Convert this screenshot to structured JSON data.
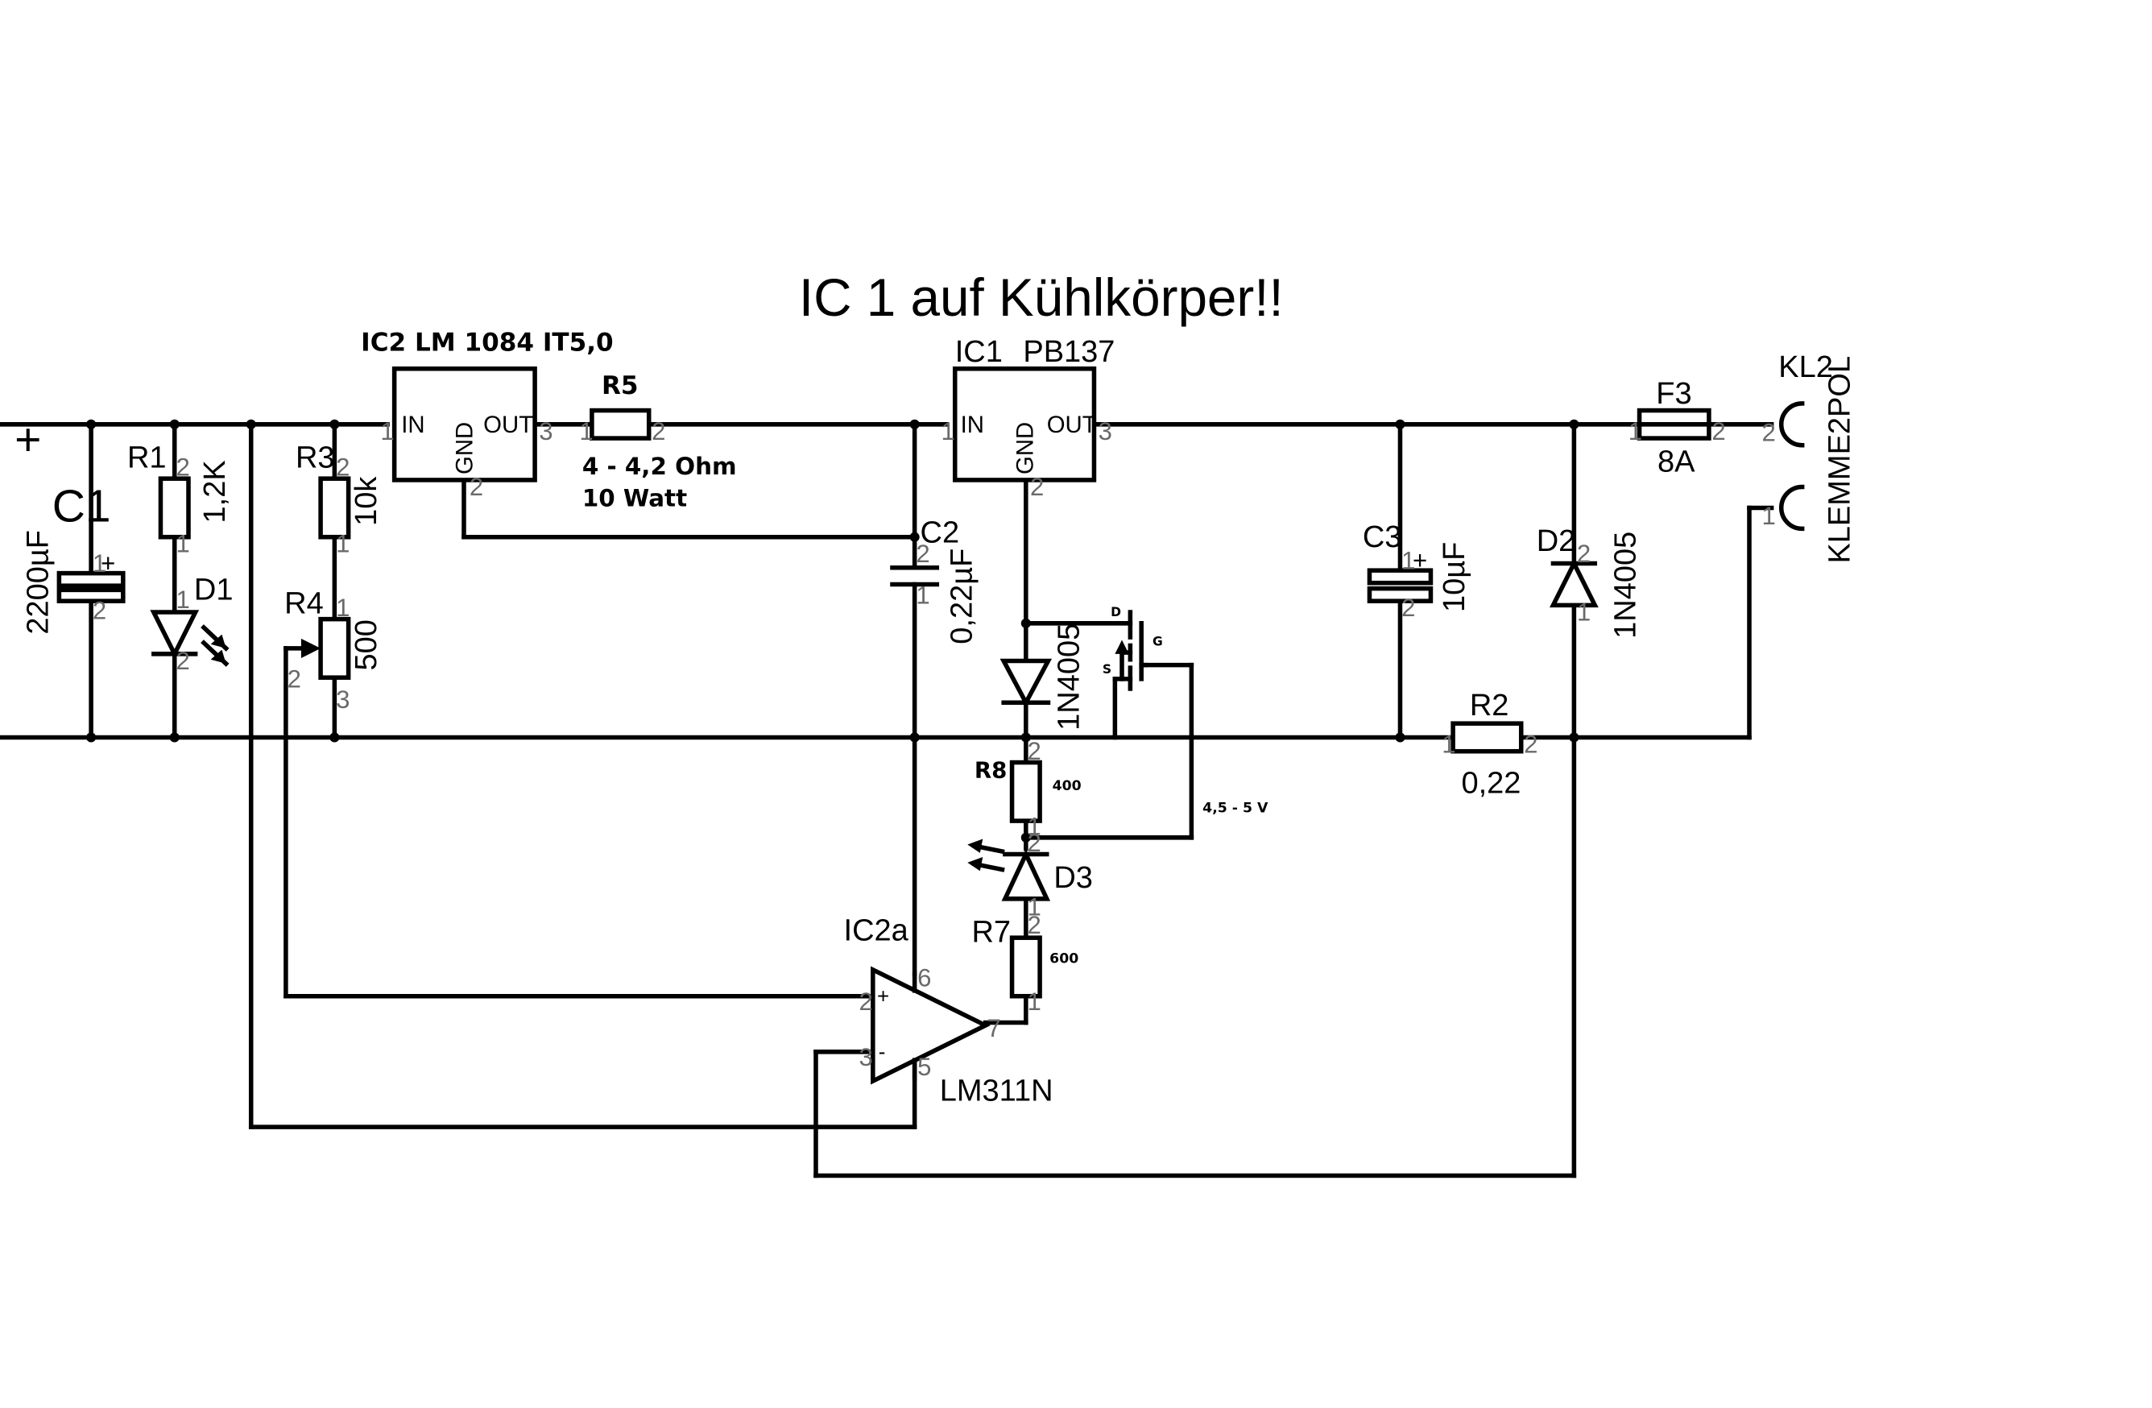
{
  "title": "IC 1 auf Kühlkörper!!",
  "plus_sign": "+",
  "components": {
    "ic2": {
      "label": "IC2  LM 1084 IT5,0",
      "in": "IN",
      "out": "OUT",
      "gnd": "GND"
    },
    "ic1": {
      "ref": "IC1",
      "value": "PB137",
      "in": "IN",
      "out": "OUT",
      "gnd": "GND"
    },
    "r5": {
      "ref": "R5",
      "value1": "4 - 4,2 Ohm",
      "value2": "10 Watt"
    },
    "c1": {
      "ref": "C1",
      "value": "2200µF"
    },
    "r1": {
      "ref": "R1",
      "value": "1,2K"
    },
    "d1": {
      "ref": "D1"
    },
    "r3": {
      "ref": "R3",
      "value": "10k"
    },
    "r4": {
      "ref": "R4",
      "value": "500"
    },
    "c2": {
      "ref": "C2",
      "value": "0,22µF"
    },
    "c3": {
      "ref": "C3",
      "value": "10µF"
    },
    "d2": {
      "ref": "D2",
      "value": "1N4005"
    },
    "diode_1n4005": {
      "value": "1N4005"
    },
    "mosfet": {
      "d": "D",
      "g": "G",
      "s": "S"
    },
    "gate_voltage": "4,5 - 5 V",
    "r8": {
      "ref": "R8",
      "value": "400"
    },
    "d3": {
      "ref": "D3"
    },
    "r7": {
      "ref": "R7",
      "value": "600"
    },
    "ic2a": {
      "ref": "IC2a",
      "value": "LM311N",
      "plus": "+",
      "minus": "-"
    },
    "r2": {
      "ref": "R2",
      "value": "0,22"
    },
    "f3": {
      "ref": "F3",
      "value": "8A"
    },
    "kl2": {
      "ref": "KL2",
      "value": "KLEMME2POL"
    }
  },
  "pins": {
    "one": "1",
    "two": "2",
    "three": "3",
    "five": "5",
    "six": "6",
    "seven": "7"
  }
}
